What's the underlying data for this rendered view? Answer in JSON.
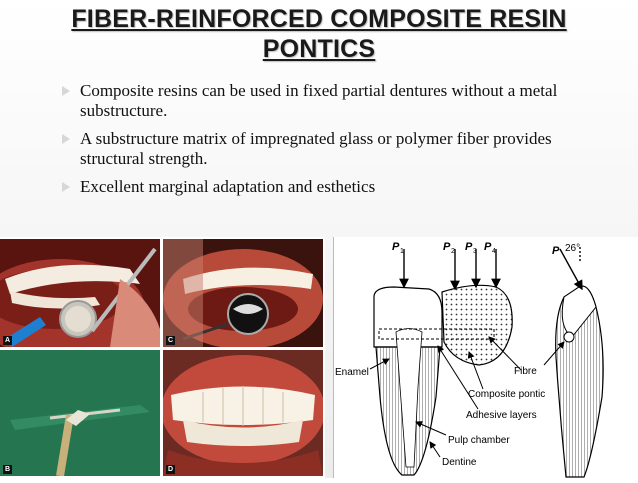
{
  "slide": {
    "title_line1": "FIBER-REINFORCED COMPOSITE RESIN",
    "title_line2": "PONTICS",
    "bullets": [
      "Composite resins can be used in fixed partial dentures without a metal substructure.",
      "A substructure matrix of impregnated glass or polymer fiber provides structural strength.",
      "Excellent marginal adaptation and esthetics"
    ]
  },
  "photos": {
    "labels": [
      "A",
      "C",
      "B",
      "D"
    ]
  },
  "diagram": {
    "load_labels": [
      "P",
      "P",
      "P",
      "P",
      "P"
    ],
    "load_subscripts": [
      "1",
      "2",
      "3",
      "4",
      ""
    ],
    "angle": "26°",
    "callouts": {
      "enamel": "Enamel",
      "fibre": "Fibre",
      "composite_pontic": "Composite pontic",
      "adhesive_layers": "Adhesive layers",
      "pulp_chamber": "Pulp chamber",
      "dentine": "Dentine"
    }
  }
}
